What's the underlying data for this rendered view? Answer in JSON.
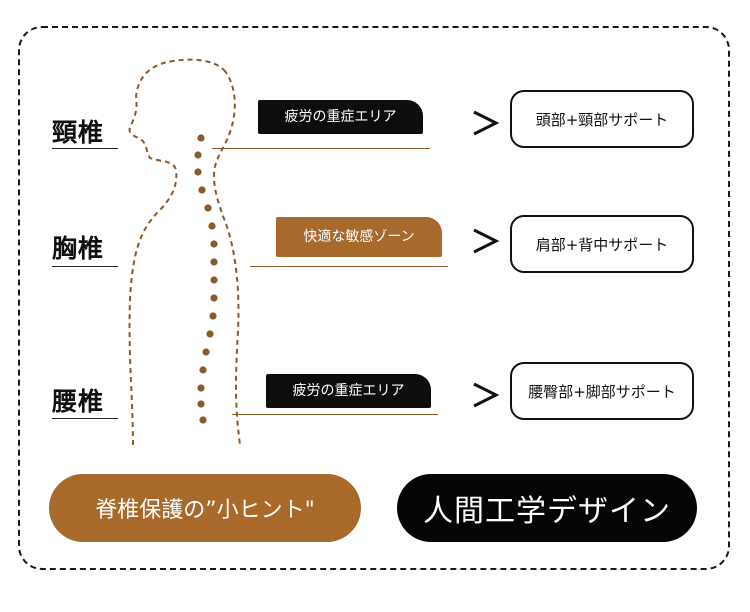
{
  "colors": {
    "accent_brown": "#a7692c",
    "dark": "#0d0d0d",
    "leader_line": "#8a5a2b",
    "spine_dots": "#8a5a2b"
  },
  "regions": [
    {
      "label": "頸椎",
      "tag": "疲労の重症エリア",
      "tag_style": "dark",
      "support": "頭部+頸部サポート"
    },
    {
      "label": "胸椎",
      "tag": "快適な敏感ゾーン",
      "tag_style": "brown",
      "support": "肩部+背中サポート"
    },
    {
      "label": "腰椎",
      "tag": "疲労の重症エリア",
      "tag_style": "dark",
      "support": "腰臀部+脚部サポート"
    }
  ],
  "buttons": {
    "tip": "脊椎保護の”小ヒント\"",
    "ergonomic": "人間工学デザイン"
  },
  "icons": [
    "chevron-right-icon",
    "body-silhouette-icon"
  ]
}
